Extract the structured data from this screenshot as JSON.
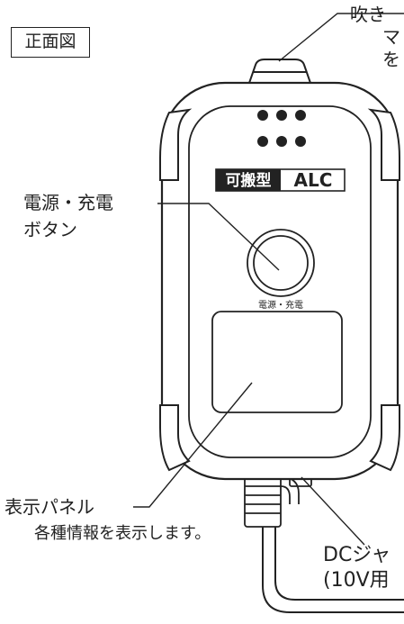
{
  "view_title": "正面図",
  "brand": {
    "kanji": "可搬型",
    "latin": "ALC"
  },
  "button_engraving": "電源・充電",
  "callouts": {
    "mouthpiece": {
      "line1": "吹き",
      "line2": "マ",
      "line3": "を"
    },
    "power_button": {
      "line1": "電源・充電",
      "line2": "ボタン"
    },
    "display_panel": {
      "line1": "表示パネル",
      "line2": "各種情報を表示します。"
    },
    "dc_jack": {
      "line1": "DCジャ",
      "line2": "(10V用"
    }
  }
}
